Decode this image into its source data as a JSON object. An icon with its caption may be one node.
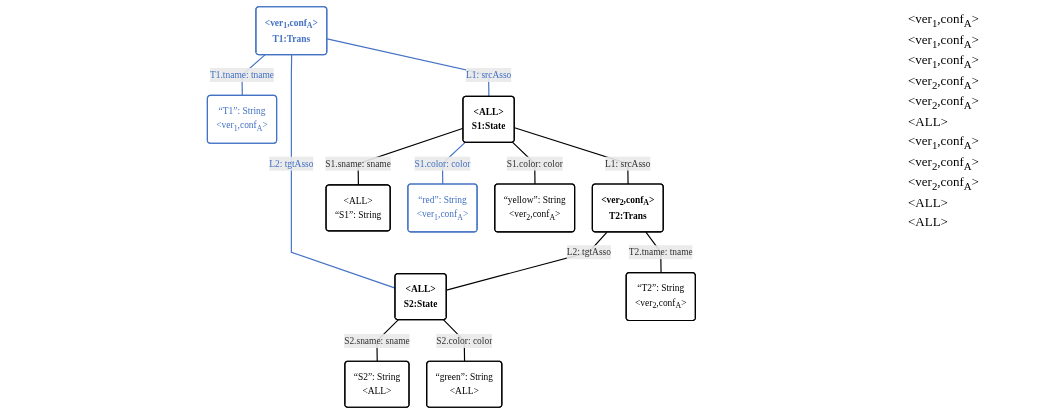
{
  "diagram": {
    "nodes": [
      {
        "text": [
          "<ver$_{1}$,conf$_{A}$>",
          "T1:Trans"
        ]
      },
      {
        "text": [
          "“T1”: String",
          "<ver$_{1}$,conf$_{A}$>"
        ]
      },
      {
        "text": [
          "<ALL>",
          "S1:State"
        ]
      },
      {
        "text": [
          "<ver$_{2}$,conf$_{A}$>",
          "T2:Trans"
        ]
      },
      {
        "text": [
          "<ALL>",
          "S2:State"
        ]
      },
      {
        "text": [
          "<ALL>",
          "“S1”: String"
        ]
      },
      {
        "text": [
          "“red”: String",
          "<ver$_{1}$,conf$_{A}$>"
        ]
      },
      {
        "text": [
          "“yellow”: String",
          "<ver$_{2}$,conf$_{A}$>"
        ]
      },
      {
        "text": [
          "“T2”: String",
          "<ver$_{2}$,conf$_{A}$>"
        ]
      },
      {
        "text": [
          "“S2”: String",
          "<ALL>"
        ]
      },
      {
        "text": [
          "“green”: String",
          "<ALL>"
        ]
      }
    ],
    "edges": [
      {
        "from": 0,
        "to": 2,
        "arrow": "none",
        "label": "L1: srcAsso",
        "color": "#4472c4"
      },
      {
        "from": 0,
        "to": 1,
        "arrow": "none",
        "label": "T1.tname: tname",
        "color": "#4472c4"
      },
      {
        "from": 0,
        "to": 4,
        "arrow": "none",
        "label": "L2: tgtAsso",
        "color": "#4472c4"
      },
      {
        "from": 2,
        "to": 3,
        "arrow": "none",
        "label": "L1: srcAsso"
      },
      {
        "from": 3,
        "to": 4,
        "arrow": "none",
        "label": "L2: tgtAsso"
      },
      {
        "from": 2,
        "to": 5,
        "arrow": "none",
        "label": "S1.sname: sname"
      },
      {
        "from": 2,
        "to": 6,
        "arrow": "none",
        "label": "S1.color: color",
        "color": "#4472c4"
      },
      {
        "from": 2,
        "to": 7,
        "arrow": "none",
        "label": "S1.color: color"
      },
      {
        "from": 3,
        "to": 8,
        "arrow": "none",
        "label": "T2.tname: tname"
      },
      {
        "from": 4,
        "to": 9,
        "arrow": "none",
        "label": "S2.sname: sname"
      },
      {
        "from": 4,
        "to": 10,
        "arrow": "none",
        "label": "S2.color: color"
      }
    ],
    "labels": [
      "<ver$_{1}$,conf$_{A}$>",
      "<ver$_{1}$,conf$_{A}$>",
      "<ver$_{1}$,conf$_{A}$>",
      "<ver$_{2}$,conf$_{A}$>",
      "<ver$_{2}$,conf$_{A}$>",
      "<ALL>",
      "<ver$_{1}$,conf$_{A}$>",
      "<ver$_{2}$,conf$_{A}$>",
      "<ver$_{2}$,conf$_{A}$>",
      "<ALL>",
      "<ALL>"
    ]
  }
}
